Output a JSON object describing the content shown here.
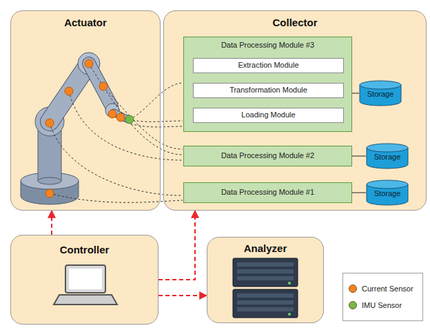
{
  "diagram": {
    "nodes": [
      {
        "text": [
          "Actuator"
        ]
      },
      {
        "text": [
          "Collector"
        ]
      },
      {
        "text": [
          "Data Processing Module #3"
        ],
        "in": 1
      },
      {
        "text": [
          "Extraction Module"
        ],
        "in": 2
      },
      {
        "text": [
          "Transformation Module"
        ],
        "in": 2
      },
      {
        "text": [
          "Loading Module"
        ],
        "in": 2
      },
      {
        "text": [
          "Storage"
        ],
        "in": 1
      },
      {
        "text": [
          "Data Processing Module #2"
        ],
        "in": 1
      },
      {
        "text": [
          "Storage"
        ],
        "in": 1
      },
      {
        "text": [
          "Data Processing Module #1"
        ],
        "in": 1
      },
      {
        "text": [
          "Storage"
        ],
        "in": 1
      },
      {
        "text": [
          "Controller"
        ]
      },
      {
        "text": [
          "Analyzer"
        ]
      }
    ],
    "edges": [
      {
        "from": 11,
        "to": 0,
        "arrow": "to"
      },
      {
        "from": 11,
        "to": 1,
        "arrow": "to"
      },
      {
        "from": 11,
        "to": 12,
        "arrow": "to"
      },
      {
        "from": 2,
        "to": 6,
        "arrow": "none"
      },
      {
        "from": 7,
        "to": 8,
        "arrow": "none"
      },
      {
        "from": 9,
        "to": 10,
        "arrow": "none"
      }
    ],
    "legend": [
      {
        "text": "Current Sensor",
        "color": "#f58220"
      },
      {
        "text": "IMU Sensor",
        "color": "#76b947"
      }
    ]
  }
}
